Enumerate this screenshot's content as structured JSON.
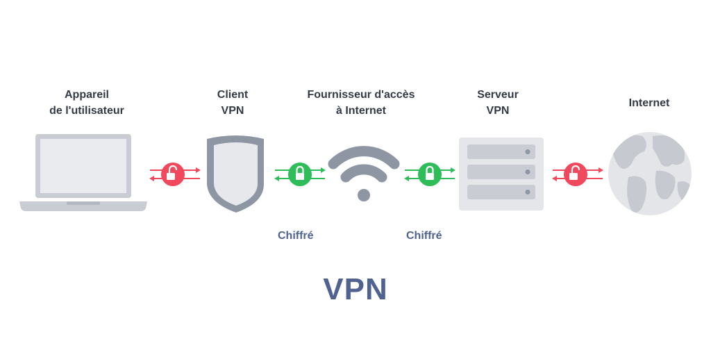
{
  "nodes": {
    "device": {
      "line1": "Appareil",
      "line2": "de l'utilisateur"
    },
    "client": {
      "line1": "Client",
      "line2": "VPN"
    },
    "isp": {
      "line1": "Fournisseur d'accès",
      "line2": "à Internet"
    },
    "server": {
      "line1": "Serveur",
      "line2": "VPN"
    },
    "internet": {
      "line1": "Internet"
    }
  },
  "links": [
    {
      "status": "unencrypted",
      "color": "#f0485c"
    },
    {
      "status": "encrypted",
      "color": "#2ebd59",
      "caption": "Chiffré"
    },
    {
      "status": "encrypted",
      "color": "#2ebd59",
      "caption": "Chiffré"
    },
    {
      "status": "unencrypted",
      "color": "#f0485c"
    }
  ],
  "title": "VPN",
  "icons": [
    "laptop-icon",
    "shield-icon",
    "wifi-icon",
    "server-icon",
    "globe-icon",
    "lock-open-icon",
    "lock-closed-icon"
  ],
  "colors": {
    "icon_gray": "#c9ccd3",
    "icon_dark": "#8e95a3",
    "red": "#f0485c",
    "green": "#2ebd59",
    "blue_text": "#4f6290"
  }
}
